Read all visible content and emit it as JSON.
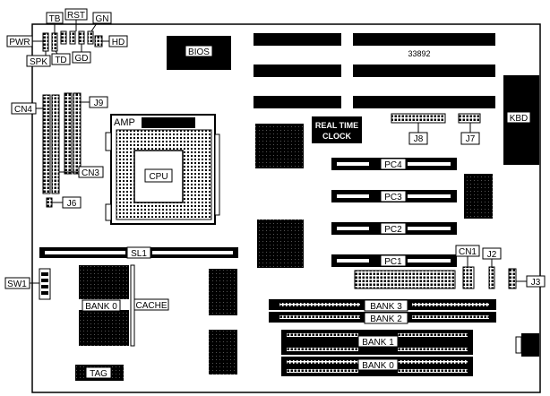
{
  "labels": {
    "tb": "TB",
    "rst": "RST",
    "gn": "GN",
    "pwr": "PWR",
    "hd": "HD",
    "spk": "SPK",
    "td": "TD",
    "gd": "GD",
    "bios": "BIOS",
    "bios_code": "33892",
    "cn4": "CN4",
    "j9": "J9",
    "amp": "AMP",
    "cpu": "CPU",
    "cn3": "CN3",
    "j6": "J6",
    "rtc_line1": "REAL TIME",
    "rtc_line2": "CLOCK",
    "j8": "J8",
    "j7": "J7",
    "kbd": "KBD",
    "pc4": "PC4",
    "pc3": "PC3",
    "pc2": "PC2",
    "pc1": "PC1",
    "cn1": "CN1",
    "j2": "J2",
    "j3": "J3",
    "sl1": "SL1",
    "sw1": "SW1",
    "bank0_cache": "BANK 0",
    "cache": "CACHE",
    "bank3": "BANK 3",
    "bank2": "BANK 2",
    "bank1": "BANK 1",
    "bank0": "BANK 0",
    "tag": "TAG"
  }
}
